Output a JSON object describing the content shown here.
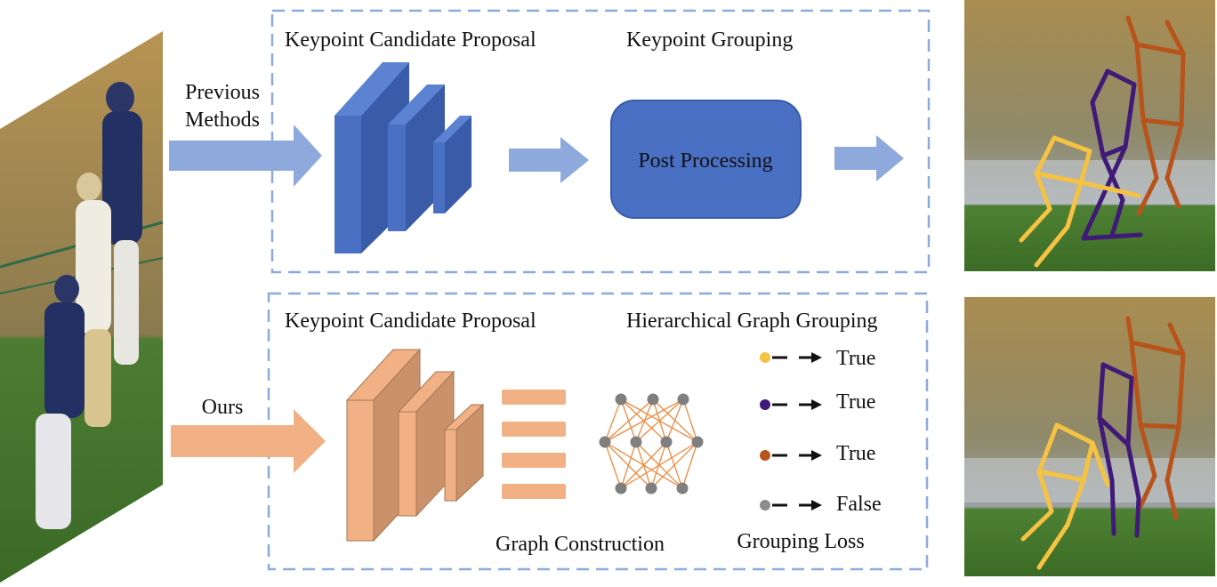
{
  "colors": {
    "blue_dark": "#3a5ba8",
    "blue_mid": "#4a70c4",
    "blue_light": "#5b83d2",
    "blue_arrow": "#8eaadc",
    "orange_arrow": "#f2b185",
    "orange_front": "#f2b185",
    "orange_side": "#c9926a",
    "dash_border": "#8eaadc",
    "node_gray": "#7f7f7f",
    "edge_orange": "#ee8a3d",
    "yellow": "#f5c242",
    "purple": "#3f1a78",
    "brown": "#b8541b",
    "gray_dot": "#8c8c8c"
  },
  "top": {
    "input_label_line1": "Previous",
    "input_label_line2": "Methods",
    "candidate_title": "Keypoint Candidate Proposal",
    "grouping_title": "Keypoint Grouping",
    "post_processing": "Post Processing"
  },
  "bottom": {
    "input_label": "Ours",
    "candidate_title": "Keypoint Candidate Proposal",
    "grouping_title": "Hierarchical Graph Grouping",
    "graph_caption": "Graph Construction",
    "loss_caption": "Grouping Loss",
    "legend": [
      {
        "color_key": "yellow",
        "label": "True"
      },
      {
        "color_key": "purple",
        "label": "True"
      },
      {
        "color_key": "brown",
        "label": "True"
      },
      {
        "color_key": "gray_dot",
        "label": "False"
      }
    ]
  },
  "icons": {
    "input_image": "football-players-photo-icon",
    "output_top": "pose-estimation-result-icon",
    "output_bottom": "pose-estimation-result-icon"
  }
}
